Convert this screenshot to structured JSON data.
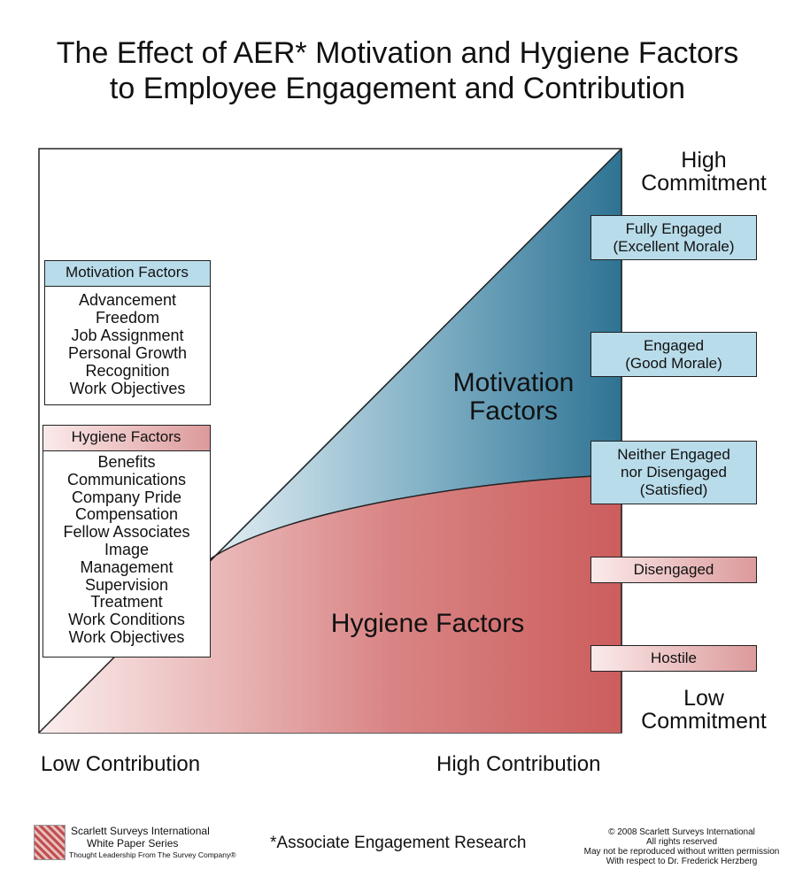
{
  "title": {
    "line1": "The Effect of AER* Motivation and Hygiene Factors",
    "line2": "to Employee Engagement and Contribution"
  },
  "regions": {
    "motivation": {
      "line1": "Motivation",
      "line2": "Factors"
    },
    "hygiene": "Hygiene Factors"
  },
  "commitment": {
    "high": {
      "line1": "High",
      "line2": "Commitment"
    },
    "low": {
      "line1": "Low",
      "line2": "Commitment"
    }
  },
  "axis": {
    "low": "Low Contribution",
    "high": "High Contribution"
  },
  "motivation_list": {
    "header": "Motivation Factors",
    "items": [
      "Advancement",
      "Freedom",
      "Job Assignment",
      "Personal Growth",
      "Recognition",
      "Work Objectives"
    ]
  },
  "hygiene_list": {
    "header": "Hygiene Factors",
    "items": [
      "Benefits",
      "Communications",
      "Company Pride",
      "Compensation",
      "Fellow Associates",
      "Image",
      "Management",
      "Supervision",
      "Treatment",
      "Work Conditions",
      "Work Objectives"
    ]
  },
  "levels": [
    {
      "lines": [
        "Fully Engaged",
        "(Excellent Morale)"
      ]
    },
    {
      "lines": [
        "Engaged",
        "(Good Morale)"
      ]
    },
    {
      "lines": [
        "Neither Engaged",
        "nor Disengaged",
        "(Satisfied)"
      ]
    },
    {
      "lines": [
        "Disengaged"
      ]
    },
    {
      "lines": [
        "Hostile"
      ]
    }
  ],
  "footer": {
    "brand_name": "Scarlett Surveys International",
    "brand_series": "White Paper Series",
    "brand_tagline": "Thought Leadership From The Survey Company®",
    "footnote": "*Associate Engagement Research",
    "copyright": [
      "© 2008 Scarlett Surveys International",
      "All rights reserved",
      "May not be reproduced without written permission",
      "With respect to Dr. Frederick Herzberg"
    ]
  },
  "colors": {
    "motivation_dark": "#2e7393",
    "motivation_light": "#dcebf1",
    "hygiene_dark": "#cc5d5d",
    "hygiene_light": "#fbeeee",
    "label_blue": "#b9dcea"
  }
}
